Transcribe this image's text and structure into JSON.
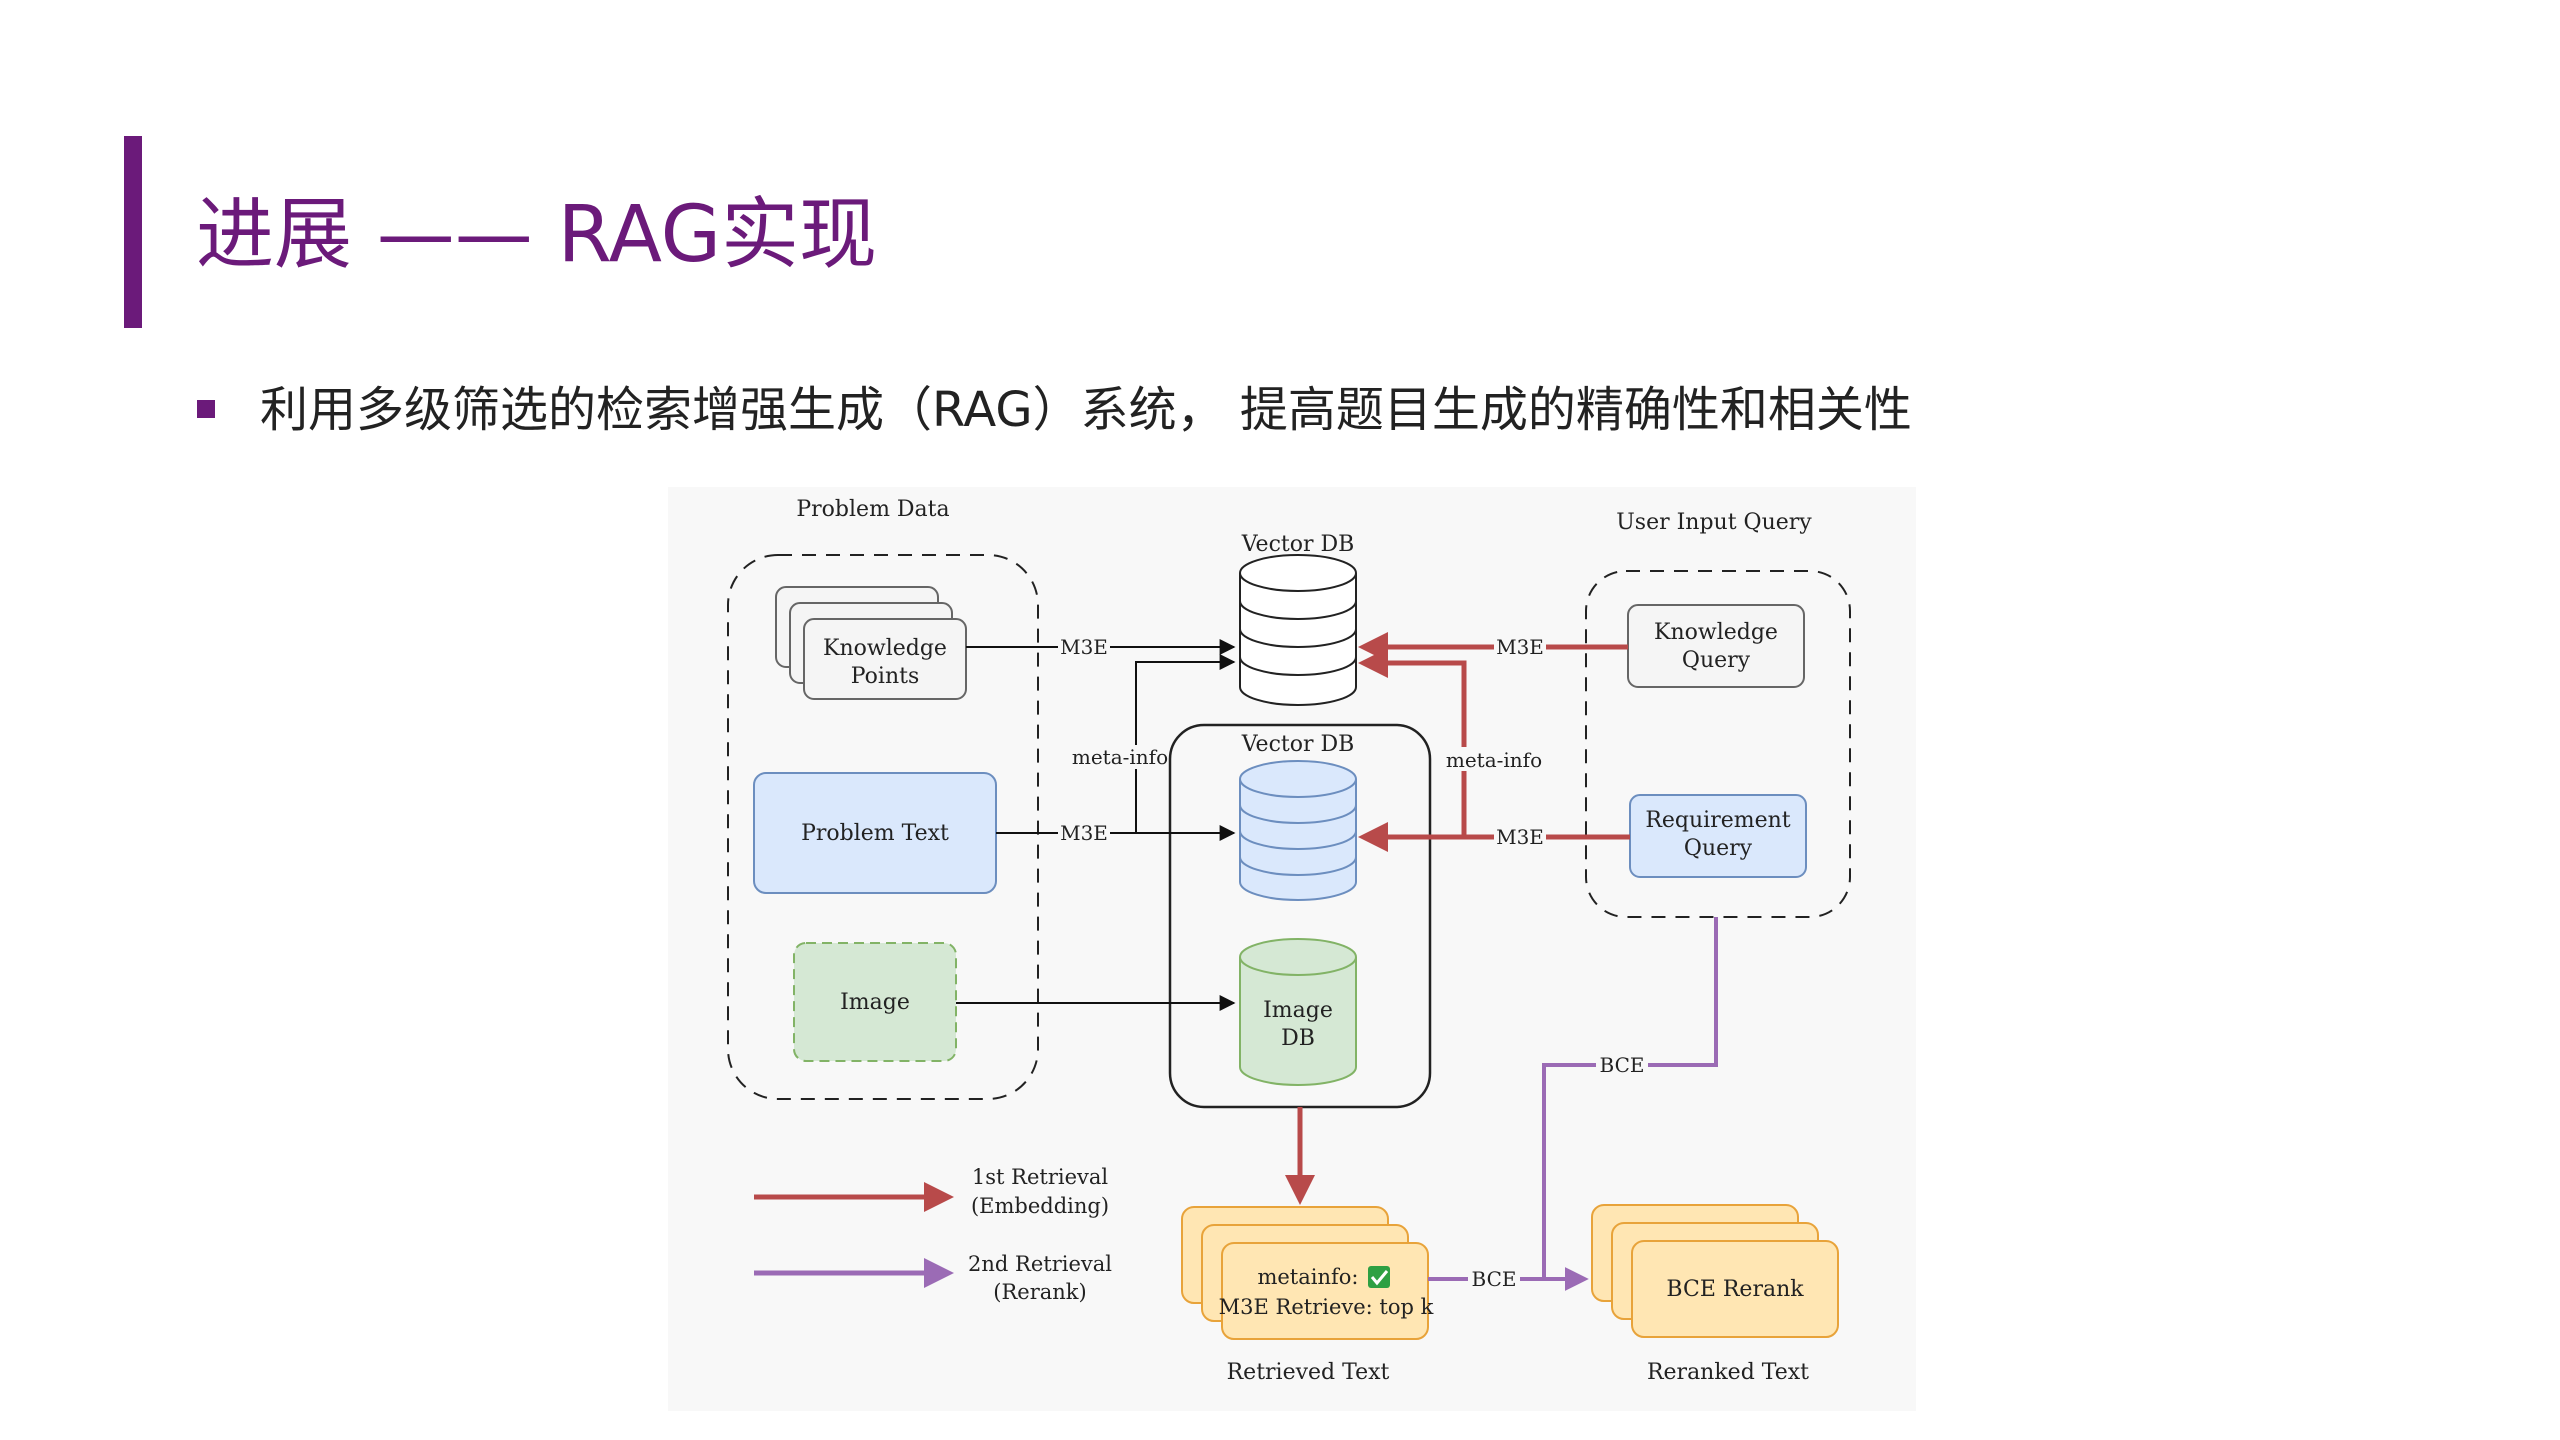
{
  "colors": {
    "accent": "#6b1a7a",
    "first_retrieval": "#b84a4a",
    "second_retrieval": "#9b6bb5",
    "blue_fill": "#dae8fc",
    "blue_stroke": "#6c8ebf",
    "green_fill": "#d5e8d4",
    "green_stroke": "#82b366",
    "gray_fill": "#f5f5f5",
    "gray_stroke": "#666666",
    "orange_fill": "#ffe6b3",
    "orange_stroke": "#e8a33a"
  },
  "slide": {
    "title": "进展 —— RAG实现",
    "bullet": "利用多级筛选的检索增强生成（RAG）系统， 提高题目生成的精确性和相关性"
  },
  "diagram": {
    "problem_data_label": "Problem Data",
    "knowledge_points": [
      "Knowledge",
      "Points"
    ],
    "problem_text": "Problem Text",
    "image": "Image",
    "vector_db_top_label": "Vector DB",
    "vector_db_group_label": "Vector DB",
    "image_db": [
      "Image",
      "DB"
    ],
    "user_input_label": "User Input Query",
    "knowledge_query": [
      "Knowledge",
      "Query"
    ],
    "requirement_query": [
      "Requirement",
      "Query"
    ],
    "edge_m3e": "M3E",
    "edge_meta_info": "meta-info",
    "edge_bce": "BCE",
    "retrieved_meta": "metainfo:",
    "check_icon": "check-icon",
    "retrieved_retrieve": "M3E Retrieve: top k",
    "retrieved_text_label": "Retrieved Text",
    "bce_rerank": "BCE Rerank",
    "reranked_text_label": "Reranked Text",
    "legend_first": [
      "1st Retrieval",
      "(Embedding)"
    ],
    "legend_second": [
      "2nd Retrieval",
      "(Rerank)"
    ]
  }
}
